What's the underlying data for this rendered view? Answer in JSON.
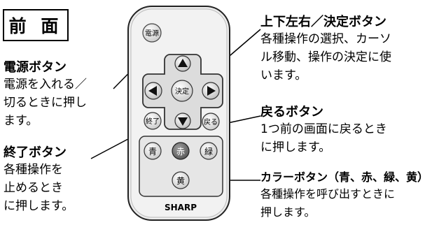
{
  "title": "前 面",
  "labels": {
    "power": {
      "heading": "電源ボタン",
      "lines": [
        "電源を入れる／",
        "切るときに押し",
        "ます。"
      ]
    },
    "end": {
      "heading": "終了ボタン",
      "lines": [
        "各種操作を",
        "止めるとき",
        "に押します。"
      ]
    },
    "dpad": {
      "heading": "上下左右／決定ボタン",
      "lines": [
        "各種操作の選択、カーソ",
        "ル移動、操作の決定に使",
        "います。"
      ]
    },
    "back": {
      "heading": "戻るボタン",
      "lines": [
        "1つ前の画面に戻るとき",
        "に押します。"
      ]
    },
    "color": {
      "heading": "カラーボタン（青、赤、緑、黄）",
      "lines": [
        "各種操作を呼び出すときに",
        "押します。"
      ]
    }
  },
  "remote": {
    "power_label": "電源",
    "ok_label": "決定",
    "end_label": "終了",
    "back_label": "戻る",
    "blue_label": "青",
    "red_label": "赤",
    "green_label": "緑",
    "yellow_label": "黄",
    "brand": "SHARP"
  }
}
